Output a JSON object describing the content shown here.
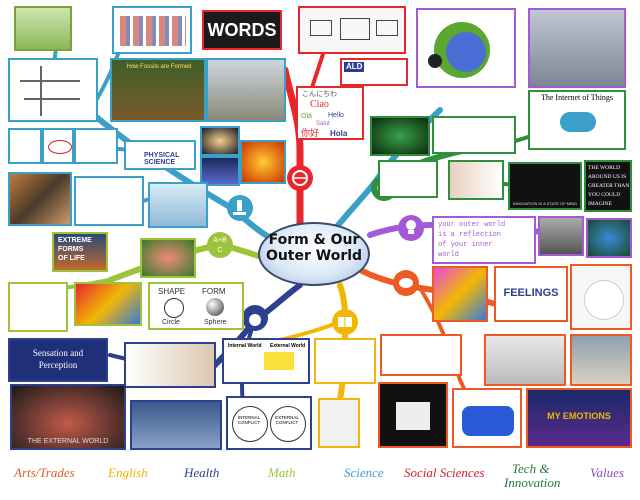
{
  "center": {
    "title_line1": "Form & Our",
    "title_line2": "Outer World"
  },
  "tiles": {
    "words": "WORDS",
    "fossils": "How Fossils are Formed",
    "physical_science": "PHYSICAL SCIENCE",
    "extreme_line1": "EXTREME",
    "extreme_line2": "FORMS",
    "extreme_line3": "OF LIFE",
    "shape": "SHAPE",
    "form": "FORM",
    "circle": "Circle",
    "sphere": "Sphere",
    "sensation_line1": "Sensation and",
    "sensation_line2": "Perception",
    "external_world": "THE EXTERNAL WORLD",
    "internal_world": "Internal World",
    "external_world_small": "External World",
    "internal_conflict": "INTERNAL CONFLICT",
    "external_conflict": "EXTERNAL CONFLICT",
    "internet_of_things": "The Internet of Things",
    "world_around_line1": "THE WORLD",
    "world_around_line2": "AROUND US IS",
    "world_around_line3": "GREATER THAN",
    "world_around_line4": "YOU COULD",
    "world_around_line5": "IMAGINE",
    "reflection_line1": "your outer world",
    "reflection_line2": "is a reflection",
    "reflection_line3": "of your inner",
    "reflection_line4": "world",
    "feelings": "FEELINGS",
    "emotions": "MY EMOTIONS",
    "innovation_state": "INNOVATION IS A STATE OF MIND",
    "greetings": [
      "こんにちわ",
      "Ciao",
      "Olá",
      "Hello",
      "Salut",
      "你好",
      "Hola"
    ],
    "ald": "ALD"
  },
  "legend": {
    "arts": "Arts/Trades",
    "english": "English",
    "health": "Health",
    "math": "Math",
    "science": "Science",
    "social": "Social Sciences",
    "tech_line1": "Tech &",
    "tech_line2": "Innovation",
    "values": "Values"
  },
  "colors": {
    "arts": "#e05a2a",
    "english": "#f0b400",
    "health": "#2d3f8f",
    "math": "#9cc43a",
    "science": "#3aa0c8",
    "social": "#d21f2b",
    "tech": "#1f7a3a",
    "values": "#8a4fc4",
    "languages": "#e8262c",
    "values_branch": "#a45ad6",
    "arts_branch": "#ee5a24",
    "english_branch": "#f2b705"
  },
  "icons": [
    "globe-icon",
    "people-circle-icon",
    "gears-icon",
    "lightbulb-icon",
    "palette-icon",
    "book-icon",
    "apple-icon",
    "abc-math-icon",
    "microscope-icon",
    "flask-icon"
  ]
}
